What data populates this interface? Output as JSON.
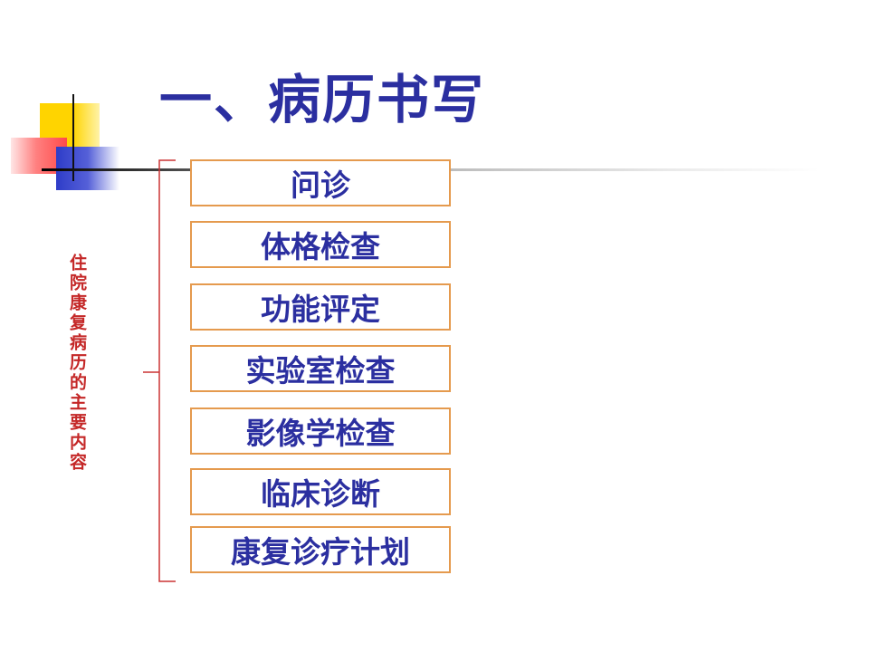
{
  "slide": {
    "title": "一、病历书写",
    "side_label": "住院康复病历的主要内容",
    "items": [
      {
        "label": "问诊"
      },
      {
        "label": "体格检查"
      },
      {
        "label": "功能评定"
      },
      {
        "label": "实验室检查"
      },
      {
        "label": "影像学检查"
      },
      {
        "label": "临床诊断"
      },
      {
        "label": "康复诊疗计划"
      }
    ]
  },
  "colors": {
    "title": "#2b2fa0",
    "side_label": "#c42727",
    "box_border": "#e59a4e",
    "bracket": "#cc3333",
    "logo_yellow": "#ffd400",
    "logo_red": "#ff4a4a",
    "logo_blue": "#2e3cc8"
  }
}
